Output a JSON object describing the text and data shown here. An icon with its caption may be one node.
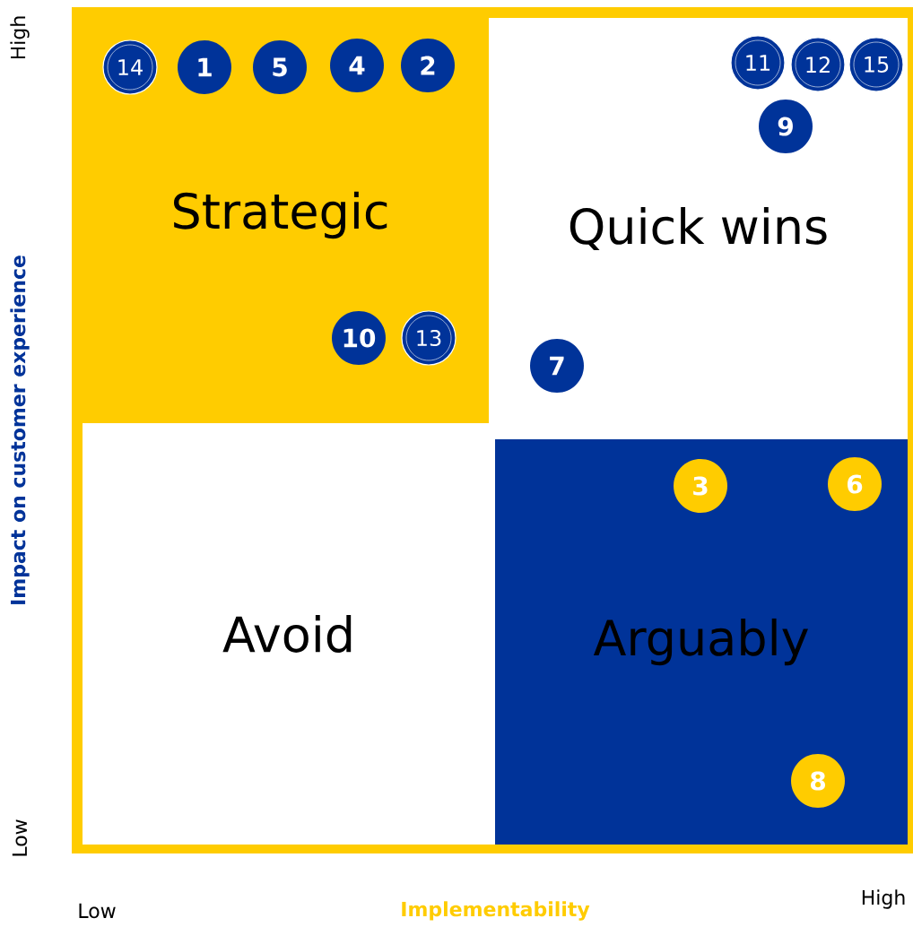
{
  "diagram": {
    "nodes": [
      {
        "text": [
          "Strategic"
        ]
      },
      {
        "text": [
          "14"
        ],
        "in": 0
      },
      {
        "text": [
          "1"
        ],
        "in": 0
      },
      {
        "text": [
          "5"
        ],
        "in": 0
      },
      {
        "text": [
          "4"
        ],
        "in": 0
      },
      {
        "text": [
          "2"
        ],
        "in": 0
      },
      {
        "text": [
          "10"
        ],
        "in": 0
      },
      {
        "text": [
          "13"
        ],
        "in": 0
      },
      {
        "text": [
          "Quick wins"
        ]
      },
      {
        "text": [
          "11"
        ],
        "in": 8
      },
      {
        "text": [
          "12"
        ],
        "in": 8
      },
      {
        "text": [
          "15"
        ],
        "in": 8
      },
      {
        "text": [
          "9"
        ],
        "in": 8
      },
      {
        "text": [
          "7"
        ],
        "in": 8
      },
      {
        "text": [
          "Avoid"
        ]
      },
      {
        "text": [
          "Arguably"
        ]
      },
      {
        "text": [
          "3"
        ],
        "in": 15
      },
      {
        "text": [
          "6"
        ],
        "in": 15
      },
      {
        "text": [
          "8"
        ],
        "in": 15
      }
    ],
    "labels": [
      "High",
      "Impact on customer experience",
      "Low",
      "Low",
      "Implementability",
      "High"
    ]
  }
}
